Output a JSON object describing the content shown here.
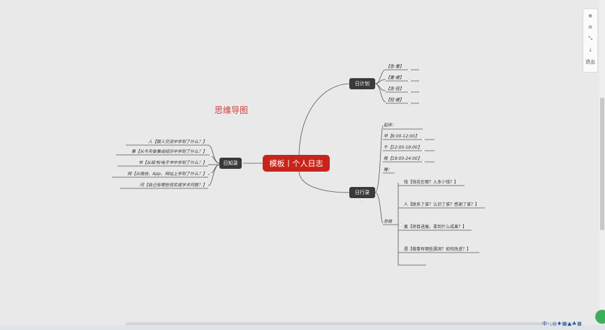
{
  "heading": "思维导图",
  "central": "模板丨个人日志",
  "branches": {
    "left": "日知录",
    "top": "日计划",
    "bottom": "日行录"
  },
  "left_items": [
    "人【跟人交流中学到了什么？】",
    "事【从今天做事成经历中学到了什么？】",
    "书【从纸书/电子书中学到了什么？】",
    "网【从微信、App、网站上学到了什么？】",
    "问【自己有哪些现实或学术问题？】"
  ],
  "top_items": [
    "【急·重】",
    "【重·缓】",
    "【急·轻】",
    "【轻·缓】"
  ],
  "bottom_items": {
    "start": "起床：",
    "times": [
      "早【6:00-12:00】",
      "午【12:00-18:00】",
      "晚【18:00-24:00】"
    ],
    "sleep": "睡：",
    "summary": "总结",
    "sub": [
      "钱【钱花在哪？入多少钱？】",
      "人【联系了谁？认识了谁？感谢了谁？】",
      "果【项目进展，拿到什么成果？】",
      "週【做事有哪些漏洞？如何改进？】"
    ]
  },
  "toolbar": {
    "zoom_in_icon": "zoom-in-icon",
    "zoom_out_icon": "zoom-out-icon",
    "fit_icon": "fit-icon",
    "download_icon": "download-icon",
    "exit_label": "退出"
  },
  "ime_text": "中·,◎♦▦▲♣▦",
  "colors": {
    "central": "#c8241b",
    "branch": "#3a3a3a",
    "heading": "#d23a3a"
  }
}
